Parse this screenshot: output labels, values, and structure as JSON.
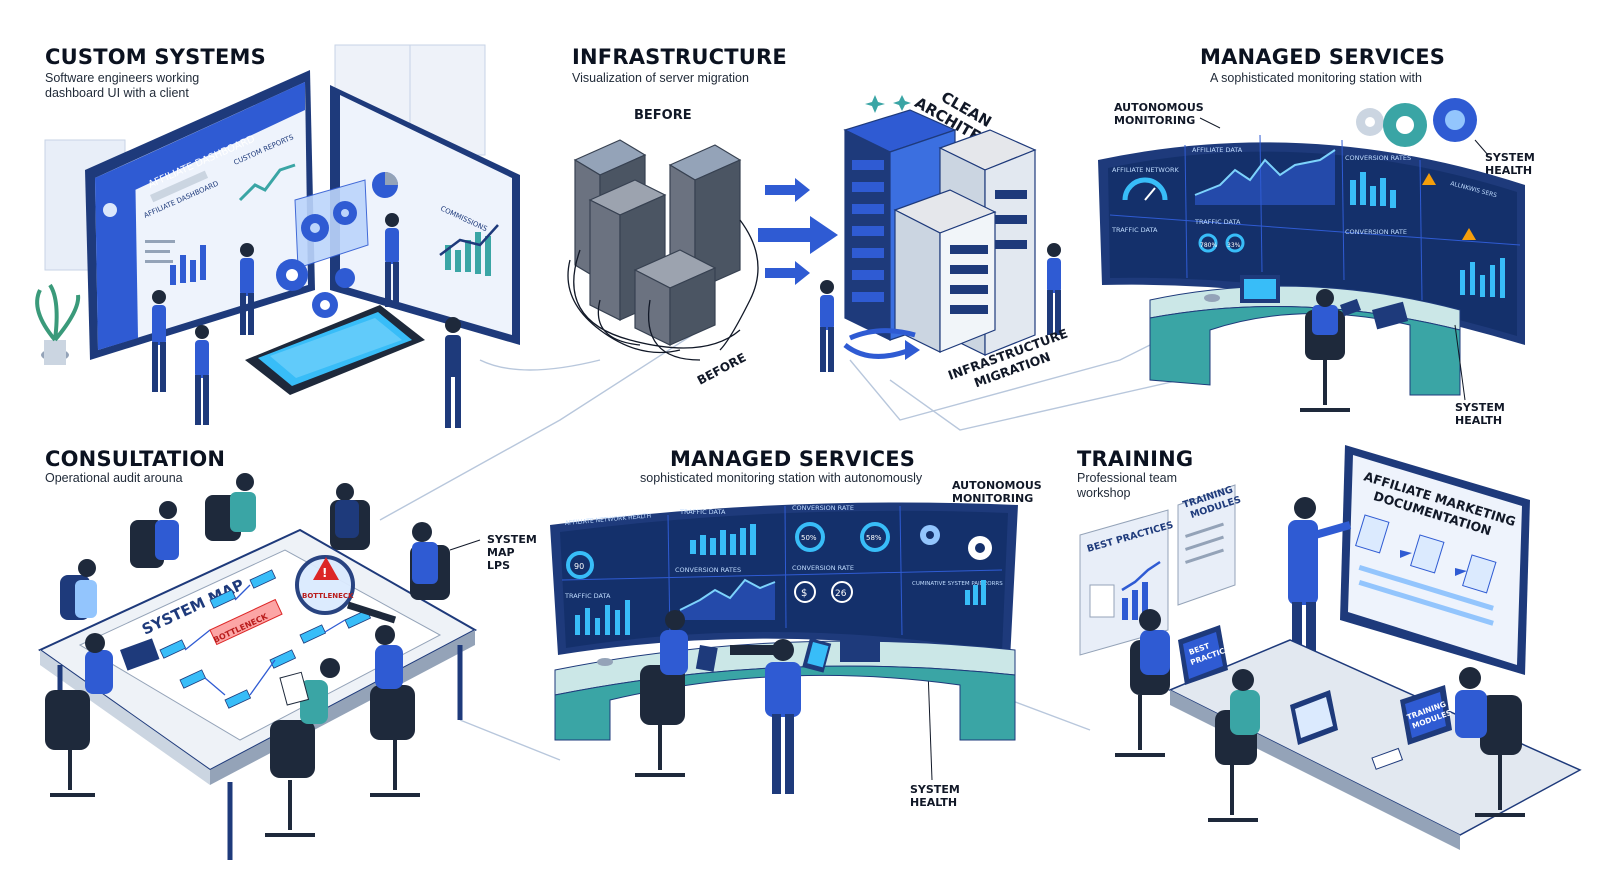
{
  "panels": {
    "custom_systems": {
      "title": "CUSTOM SYSTEMS",
      "subtitle": "Software engineers working\ndashboard  UI with a client",
      "screen_labels": {
        "main": "AFFILIATE DASHBOARD",
        "sub": "AFFILIATE DASHBOARD",
        "reports": "CUSTOM REPORTS",
        "commissions": "COMMISSIONS"
      }
    },
    "infrastructure": {
      "title": "INFRASTRUCTURE",
      "subtitle": "Visualization of server migration",
      "before_top": "BEFORE",
      "before_bottom": "BEFORE",
      "clean": "CLEAN\nARCHITECTURE",
      "migration": "INFRASTRUCTURE\nMIGRATION"
    },
    "managed_top": {
      "title": "MANAGED SERVICES",
      "subtitle": "A sophisticated monitoring station with",
      "autonomous": "AUTONOMOUS\nMONITORING",
      "health_top": "SYSTEM\nHEALTH",
      "health_bottom": "SYSTEM\nHEALTH",
      "screens": [
        "AFFILIATE NETWORK",
        "AFFILIATE DATA",
        "CONVERSION RATES",
        "ALLNKWIS SERS",
        "TRAFFIC DATA",
        "TRAFFIC DATA",
        "CONVERSION RATE"
      ],
      "percent_a": "780%",
      "percent_b": "33%"
    },
    "consultation": {
      "title": "CONSULTATION",
      "subtitle": "Operational audit arouna",
      "system_map": "SYSTEM MAP",
      "bottleneck": "BOTTLENECK",
      "bottleneck_badge": "BOTTLENECK",
      "map_label": "SYSTEM\nMAP LPS"
    },
    "managed_center": {
      "title": "MANAGED SERVICES",
      "subtitle": "sophisticated monitoring station with autonomously",
      "autonomous": "AUTONOMOUS\nMONITORING",
      "health": "SYSTEM\nHEALTH",
      "screens": [
        "AFFILIATE NETWORK HEALTH",
        "TRAFFIC DATA",
        "CONVERSION RATE",
        "CONVERSION RATES",
        "CONVERSION RATE",
        "TRAFFIC DATA",
        "CUMINATIVE SYSTEM PAINEORRS"
      ],
      "gauge_a": "90",
      "gauge_b": "50%",
      "gauge_c": "58%",
      "kpi_dollar": "$",
      "kpi_num": "26"
    },
    "training": {
      "title": "TRAINING",
      "subtitle": "Professional team\nworkshop",
      "best_practices": "BEST PRACTICES",
      "training_modules": "TRAINING\nMODULES",
      "docs": "AFFILIATE MARKETING\nDOCUMENTATION",
      "laptop_a": "BEST\nPRACTICES",
      "laptop_b": "TRAINING\nMODULES"
    }
  },
  "colors": {
    "navy": "#1e3a7b",
    "blue": "#2f5bd3",
    "light_blue": "#dbe7fb",
    "teal": "#3aa5a5",
    "slate": "#6b7280",
    "screen_dark": "#14306b"
  }
}
